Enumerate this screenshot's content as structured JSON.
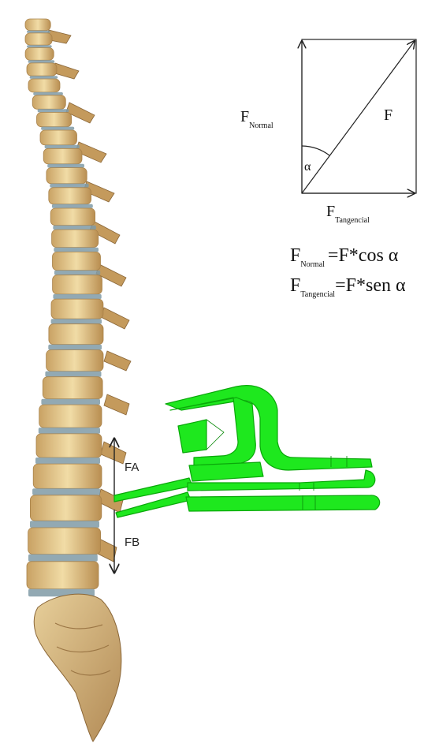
{
  "force_diagram": {
    "label_f": "F",
    "label_alpha": "α",
    "normal": {
      "base": "F",
      "sub": "Normal"
    },
    "tangential": {
      "base": "F",
      "sub": "Tangencial"
    }
  },
  "equations": {
    "normal": {
      "lhs": "F",
      "sub": "Normal",
      "rhs": "=F*cos α"
    },
    "tangential": {
      "lhs": "F",
      "sub": "Tangencial",
      "rhs": "=F*sen α"
    }
  },
  "spine": {
    "label_fa": "FA",
    "label_fb": "FB"
  },
  "colors": {
    "bone": "#e8c98a",
    "bone_dark": "#a9824a",
    "disc": "#7f9aa6",
    "device": "#1ee81e",
    "device_edge": "#0aa80a"
  }
}
